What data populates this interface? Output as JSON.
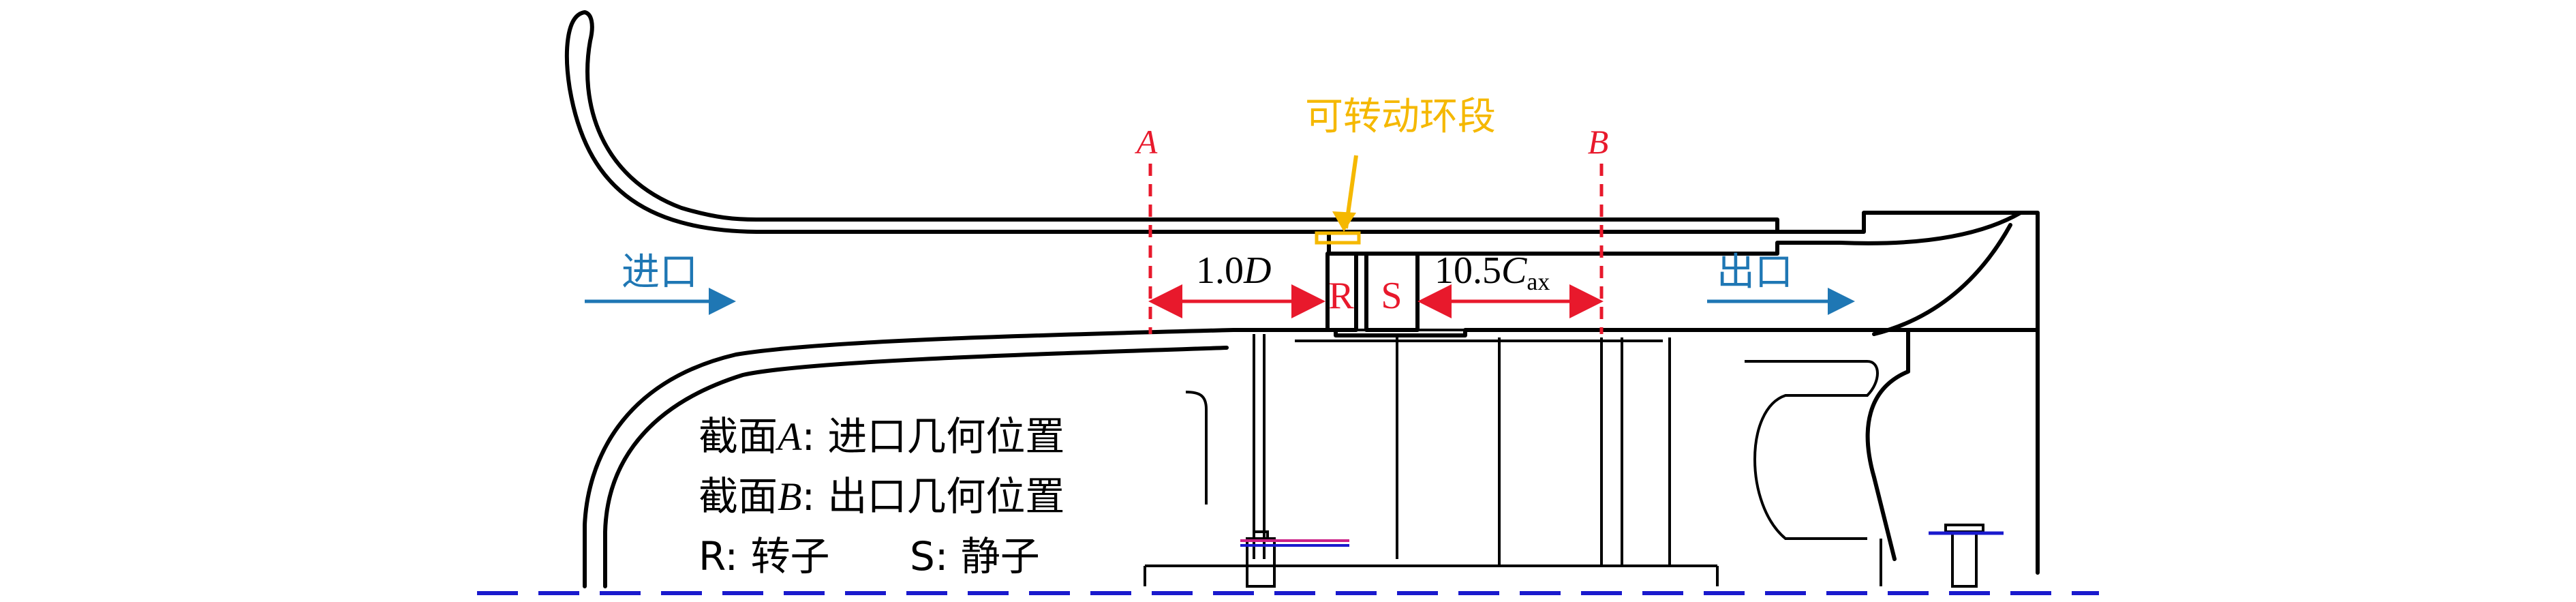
{
  "colors": {
    "red": "#e8192c",
    "blue": "#1f77b4",
    "yellow": "#f5b800",
    "navy": "#1a1acd",
    "magenta": "#cc2288",
    "stroke": "#000000"
  },
  "labels": {
    "section_a": "A",
    "section_b": "B",
    "ring": "可转动环段",
    "inlet": "进口",
    "outlet": "出口",
    "rotor": "R",
    "stator": "S",
    "dist_left_num": "1.0",
    "dist_left_var": "D",
    "dist_right_num": "10.5",
    "dist_right_var": "C",
    "dist_right_sub": "ax"
  },
  "legend": {
    "line1_prefix": "截面",
    "line1_var": "A",
    "line1_text": ": 进口几何位置",
    "line2_prefix": "截面",
    "line2_var": "B",
    "line2_text": ": 出口几何位置",
    "line3_r": "R: 转子",
    "line3_s": "S: 静子"
  }
}
